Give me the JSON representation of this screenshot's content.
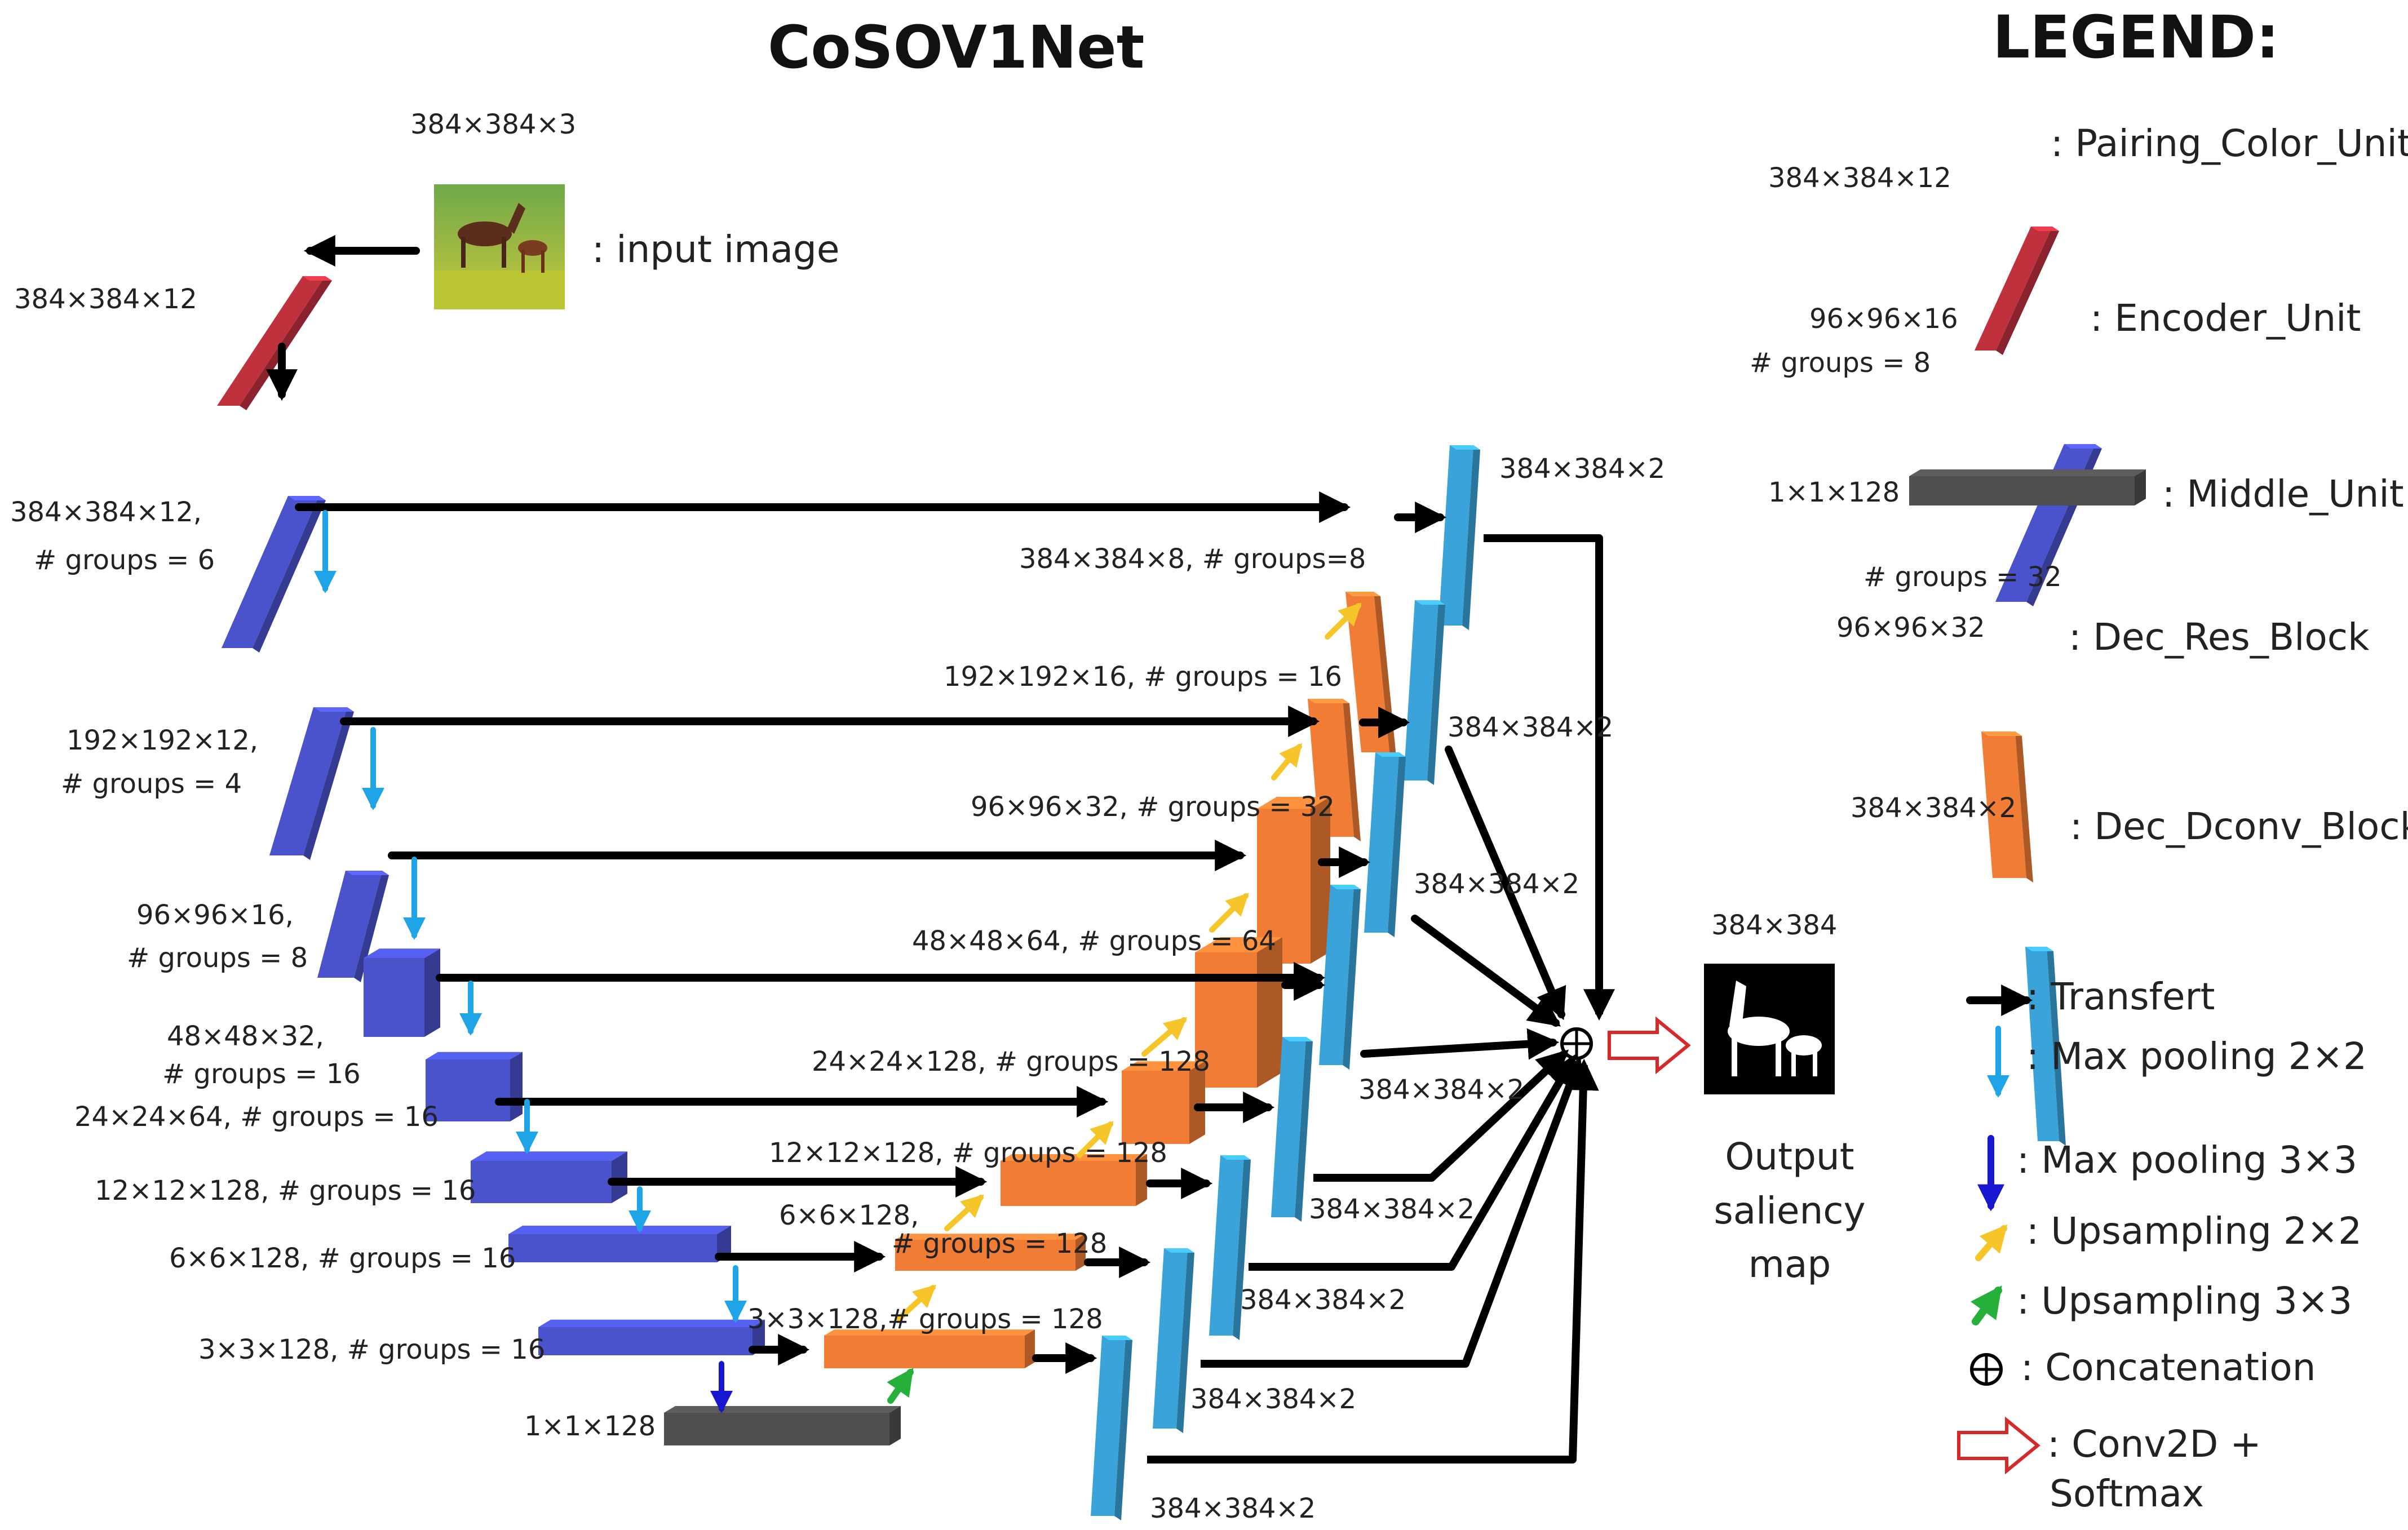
{
  "title": "CoSOV1Net",
  "legend_title": "LEGEND:",
  "colors": {
    "pairing": "#c0313e",
    "encoder": "#4a52cc",
    "middle": "#4f4f4f",
    "dec_res": "#f07c35",
    "dec_dconv": "#3aa3d9",
    "maxpool2": "#1fa4e8",
    "maxpool3": "#1717d0",
    "up2": "#f6c52a",
    "up3": "#25b03a",
    "conv_arrow": "#d62a2a"
  },
  "input": {
    "size": "384×384×3",
    "label": ": input image",
    "image_icon": "horses-photo"
  },
  "pairing_size": "384×384×12",
  "encoders": [
    {
      "line1": "384×384×12,",
      "line2": "# groups = 6"
    },
    {
      "line1": "192×192×12,",
      "line2": "# groups = 4"
    },
    {
      "line1": "96×96×16,",
      "line2": "# groups = 8"
    },
    {
      "line1": "48×48×32,",
      "line2": "# groups = 16"
    },
    {
      "line1": "24×24×64, # groups = 16"
    },
    {
      "line1": "12×12×128, # groups = 16"
    },
    {
      "line1": "6×6×128,  # groups = 16"
    },
    {
      "line1": "3×3×128, # groups = 16"
    }
  ],
  "middle_size": "1×1×128",
  "decoders": [
    {
      "label": "384×384×8, # groups=8"
    },
    {
      "label": "192×192×16, # groups = 16"
    },
    {
      "label": "96×96×32, # groups = 32"
    },
    {
      "label": "48×48×64, # groups = 64"
    },
    {
      "label": "24×24×128, # groups = 128"
    },
    {
      "label": "12×12×128, # groups = 128"
    },
    {
      "line1": "6×6×128,",
      "line2": "# groups = 128"
    },
    {
      "label": "3×3×128,# groups = 128"
    }
  ],
  "dconv_labels": [
    "384×384×2",
    "384×384×2",
    "384×384×2",
    "384×384×2",
    "384×384×2",
    "384×384×2",
    "384×384×2",
    "384×384×2"
  ],
  "output": {
    "size": "384×384",
    "caption_line1": "Output",
    "caption_line2": "saliency",
    "caption_line3": "map",
    "image_icon": "saliency-map-silhouette"
  },
  "legend": {
    "pairing": {
      "size": "384×384×12",
      "label": ": Pairing_Color_Unit"
    },
    "encoder": {
      "size": "96×96×16",
      "groups": "# groups = 8",
      "label": ": Encoder_Unit"
    },
    "middle": {
      "size": "1×1×128",
      "label": ": Middle_Unit"
    },
    "dec_res": {
      "groups": "# groups = 32",
      "size": "96×96×32",
      "label": ": Dec_Res_Block"
    },
    "dec_dconv": {
      "size": "384×384×2",
      "label": ": Dec_Dconv_Block"
    },
    "transfert": ": Transfert",
    "maxpool2": ": Max pooling  2×2",
    "maxpool3": ": Max pooling  3×3",
    "up2": ": Upsampling  2×2",
    "up3": ": Upsampling  3×3",
    "concat": ": Concatenation",
    "conv_line1": ": Conv2D +",
    "conv_line2": "Softmax"
  }
}
